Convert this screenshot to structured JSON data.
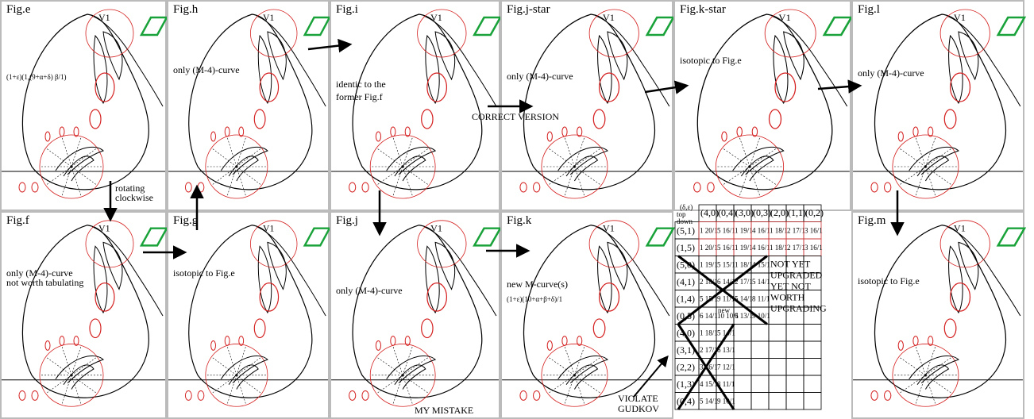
{
  "panels": [
    {
      "label": "Fig.e",
      "caption": [
        "(1+ε)(1,(9+α+δ) β/1)"
      ]
    },
    {
      "label": "Fig.h",
      "caption": [
        "only (M-4)-curve"
      ]
    },
    {
      "label": "Fig.i",
      "caption": [
        "identic to the",
        "former Fig.f"
      ]
    },
    {
      "label": "Fig.j-star",
      "caption": [
        "only (M-4)-curve"
      ]
    },
    {
      "label": "Fig.k-star",
      "caption": [
        "isotopic to Fig.e"
      ]
    },
    {
      "label": "Fig.l",
      "caption": [
        "only (M-4)-curve"
      ]
    },
    {
      "label": "Fig.f",
      "caption": [
        "only (M-4)-curve",
        "not worth tabulating"
      ]
    },
    {
      "label": "Fig.g",
      "caption": [
        "isotopic to Fig.e"
      ]
    },
    {
      "label": "Fig.j",
      "caption": [
        "only (M-4)-curve"
      ]
    },
    {
      "label": "Fig.k",
      "caption": [
        "new M-curve(s)",
        "(1+ε)(10+α+β+δ)/1"
      ]
    },
    {
      "label": "Fig.m",
      "caption": [
        "isotopic to Fig.e"
      ]
    }
  ],
  "annotations": {
    "v1": "V1",
    "rotating": [
      "rotating",
      "clockwise"
    ],
    "correct_version": "CORRECT VERSION",
    "my_mistake": "MY MISTAKE",
    "violate": [
      "VIOLATE",
      "GUDKOV"
    ]
  },
  "table": {
    "corner": [
      "(δ,ε)",
      "top",
      "down"
    ],
    "headers": [
      "(4,0)",
      "(0,4)",
      "(3,0)",
      "(0,3)",
      "(2,0)",
      "(1,1)",
      "(0,2)"
    ],
    "rows": [
      {
        "head": "(5,1)",
        "cells": [
          "1 20/1",
          "5 16/1",
          "1 19/1",
          "4 16/1",
          "1 18/1",
          "2 17/1",
          "3 16/1"
        ]
      },
      {
        "head": "(1,5)",
        "cells": [
          "1 20/1",
          "5 16/1",
          "1 19/1",
          "4 16/1",
          "1 18/1",
          "2 17/1",
          "3 16/1"
        ]
      },
      {
        "head": "(5,0)",
        "cells": [
          "1 19/1",
          "5 15/1",
          "1 18/1",
          "4 15/1",
          "",
          "",
          ""
        ]
      },
      {
        "head": "(4,1)",
        "cells": [
          "2 18/1",
          "6 14/1",
          "2 17/1",
          "5 14/1",
          "",
          "",
          ""
        ]
      },
      {
        "head": "(1,4)",
        "cells": [
          "5 15/1",
          "9 11/1",
          "5 14/1",
          "8 11/1",
          "",
          "",
          ""
        ]
      },
      {
        "head": "(0,5)",
        "cells": [
          "6 14/1",
          "10 10/1",
          "6 13/1",
          "9 10/1",
          "",
          "",
          ""
        ]
      },
      {
        "head": "(4,0)",
        "cells": [
          "1 18/1",
          "5 14/1",
          "",
          "",
          "",
          "",
          ""
        ]
      },
      {
        "head": "(3,1)",
        "cells": [
          "2 17/1",
          "6 13/1",
          "",
          "",
          "",
          "",
          ""
        ]
      },
      {
        "head": "(2,2)",
        "cells": [
          "3 16/1",
          "7 12/1",
          "",
          "",
          "",
          "",
          ""
        ]
      },
      {
        "head": "(1,3)",
        "cells": [
          "4 15/1",
          "8 11/1",
          "",
          "",
          "",
          "",
          ""
        ]
      },
      {
        "head": "(0,4)",
        "cells": [
          "5 14/1",
          "9 10/1",
          "",
          "",
          "",
          "",
          ""
        ]
      }
    ],
    "new_note": "new",
    "note": [
      "NOT YET",
      "UPGRADED",
      "YET NOT",
      "WORTH",
      "UPGRADING"
    ]
  },
  "colors": {
    "curve": "#000000",
    "oval": "#d42020",
    "parallelogram": "#1aa23a",
    "grid": "#bbbbbb"
  }
}
